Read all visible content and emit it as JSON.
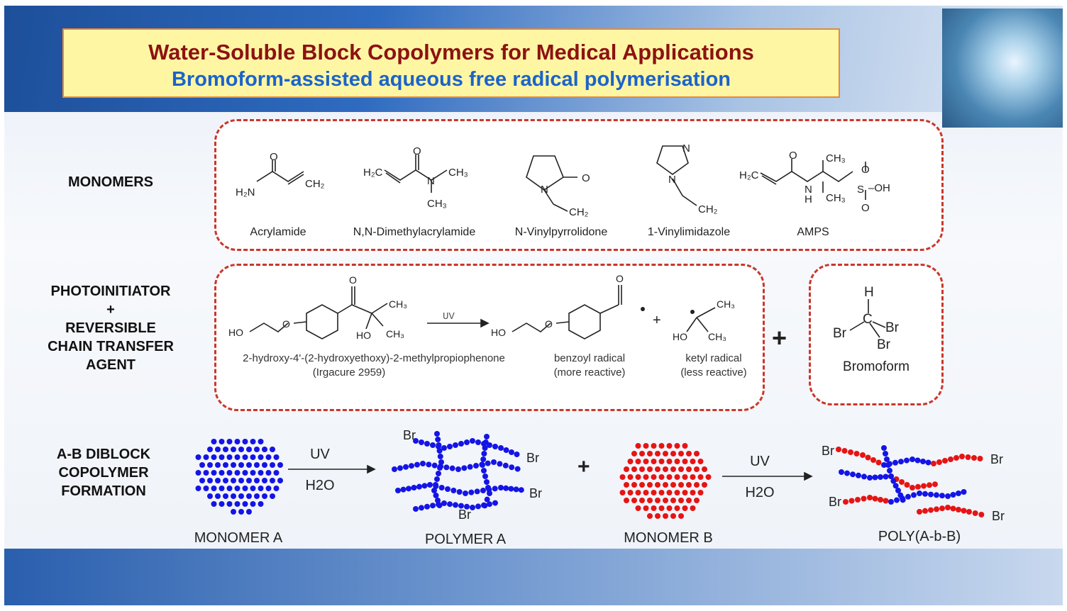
{
  "header": {
    "title": "Water-Soluble Block Copolymers for Medical Applications",
    "subtitle": "Bromoform-assisted aqueous free radical polymerisation"
  },
  "rows": {
    "monomers": "MONOMERS",
    "photoinitiator": [
      "PHOTOINITIATOR",
      "+",
      "REVERSIBLE",
      "CHAIN TRANSFER",
      "AGENT"
    ],
    "diblock": [
      "A-B DIBLOCK",
      "COPOLYMER",
      "FORMATION"
    ]
  },
  "monomers": [
    "Acrylamide",
    "N,N-Dimethylacrylamide",
    "N-Vinylpyrrolidone",
    "1-Vinylimidazole",
    "AMPS"
  ],
  "photoinitiator": {
    "uv_label": "UV",
    "initiator_name": "2-hydroxy-4'-(2-hydroxyethoxy)-2-methylpropiophenone",
    "initiator_trade": "(Irgacure 2959)",
    "benzoyl": "benzoyl radical",
    "benzoyl_note": "(more reactive)",
    "ketyl": "ketyl radical",
    "ketyl_note": "(less reactive)",
    "plus": "+",
    "cta_plus": "+",
    "cta_name": "Bromoform"
  },
  "diblock": {
    "arrow1_top": "UV",
    "arrow1_bottom": "H2O",
    "arrow2_top": "UV",
    "arrow2_bottom": "H2O",
    "plus": "+",
    "monomer_a": "MONOMER A",
    "polymer_a": "POLYMER A",
    "monomer_b": "MONOMER B",
    "copolymer": "POLY(A-b-B)",
    "end_group": "Br"
  },
  "colors": {
    "title": "#8c1212",
    "subtitle": "#1c63c9",
    "title_box_fill": "#fff6a4",
    "dash_border": "#c8372b",
    "block_a": "#1414e6",
    "block_b": "#e61414"
  }
}
